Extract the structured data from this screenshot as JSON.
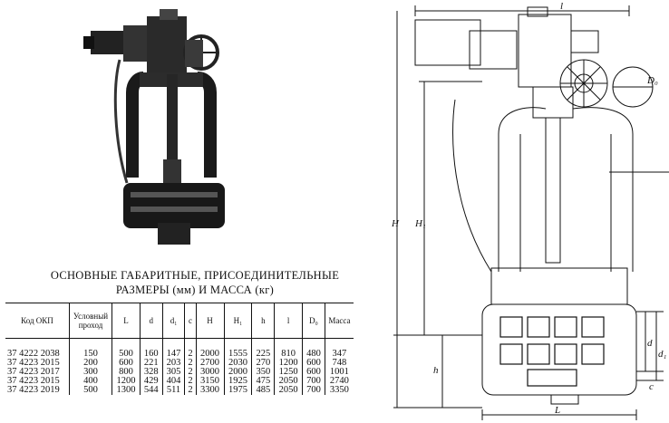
{
  "caption": {
    "line1": "ОСНОВНЫЕ ГАБАРИТНЫЕ, ПРИСОЕДИНИТЕЛЬНЫЕ",
    "line2": "РАЗМЕРЫ (мм) И МАССА (кг)"
  },
  "table": {
    "headers": [
      "Код ОКП",
      "Условный проход",
      "L",
      "d",
      "d₁",
      "c",
      "H",
      "H₁",
      "h",
      "l",
      "D₀",
      "Масса"
    ],
    "rows": [
      [
        "37 4222 2038",
        "150",
        "500",
        "160",
        "147",
        "2",
        "2000",
        "1555",
        "225",
        "810",
        "480",
        "347"
      ],
      [
        "37 4223 2015",
        "200",
        "600",
        "221",
        "203",
        "2",
        "2700",
        "2030",
        "270",
        "1200",
        "600",
        "748"
      ],
      [
        "37 4223 2017",
        "300",
        "800",
        "328",
        "305",
        "2",
        "3000",
        "2000",
        "350",
        "1250",
        "600",
        "1001"
      ],
      [
        "37 4223 2015",
        "400",
        "1200",
        "429",
        "404",
        "2",
        "3150",
        "1925",
        "475",
        "2050",
        "700",
        "2740"
      ],
      [
        "37 4223 2019",
        "500",
        "1300",
        "544",
        "511",
        "2",
        "3300",
        "1975",
        "485",
        "2050",
        "700",
        "3350"
      ]
    ]
  },
  "drawing_labels": {
    "l": "l",
    "D0": "D₀",
    "H": "H",
    "H1": "H₁",
    "h": "h",
    "d": "d",
    "d1": "d₁",
    "c": "c",
    "L": "L"
  }
}
